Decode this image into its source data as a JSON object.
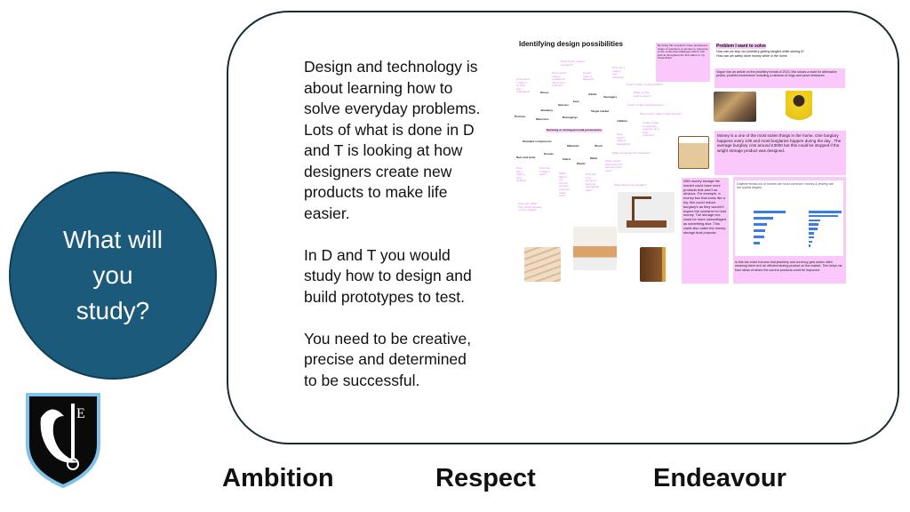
{
  "circle": {
    "lines": [
      "What will",
      "you",
      "study?"
    ]
  },
  "main": {
    "paragraphs": [
      [
        "Design and technology is",
        "about learning how to",
        "solve everyday problems.",
        "Lots of what is done in D",
        "and T is looking at how",
        "designers create new",
        "products to make life",
        "easier."
      ],
      [
        "In D and T you would",
        "study how to design and",
        "build prototypes to test."
      ],
      [
        "You need to be creative,",
        "precise and determined",
        "to be successful."
      ]
    ]
  },
  "values": [
    "Ambition",
    "Respect",
    "Endeavour"
  ],
  "slide": {
    "title": "Identifying design possibilities",
    "intro": "By doing this research I have produced a range of questions to answer in response to the contextual challenge which I will look at throughout the first slides of my PowerPoint",
    "problem_title": "Problem I want to solve",
    "problem_lines": [
      "How can we stop our jewellery getting tangled while storing it?",
      "How can we safely store money while in the home"
    ],
    "vogue": "Vogue has an article on the jewellery trends of 2023, this shows a want for alternative pearls, youthful exuberance including a rainbow of rings and pearl necklaces",
    "money": "Money is a one of the most stolen things in the home. One burglary happens every 108 and most burglaries happen during the day . The average burglary cost around £3000 but this could be stopped if the wright storage product was designed.",
    "money_storage": "With money storage the market could have more products that aren't as obvious. For example, a money box that looks like a toy, this could reduce burglary's as they wouldn't expect the container to hold money. The storage box could be more camouflaged as something else. This could also make the money storage dual purpose.",
    "chart_title": "Daytime break-ins of homes are most common; money & jewelry are the typical targets",
    "chart_caption": "In this bar chart it shows that jewellery and currency gets stolen often meaning there isn't an efficient storing product on the market. This helps me form ideas of where the current products could be improved.",
    "nodes": [
      "Shoes",
      "Glasses",
      "keys",
      "Adults",
      "Teenagers",
      "Jewellery",
      "Target market",
      "Pictures",
      "Memories",
      "Belongings",
      "children",
      "Securing or storing personal possessions",
      "Standard components",
      "Materials",
      "Wood",
      "Nuts and bolts",
      "Screws",
      "Fabric",
      "Metal",
      "Plastic"
    ],
    "questions": [
      "How could I make it compact?",
      "How could I make it suitable for indoor and outdoor?",
      "Could I make it flatpack?",
      "How can I make it eye-catching?",
      "How could I make it so they stay untangled?",
      "Could I make it customisable?",
      "What do they want to store?",
      "Could I make it dual purpose?",
      "How could I make it child friendly?",
      "Could I make it a learning resource as a dual purpose?",
      "How could I make it appealing?",
      "What woods are the cheapest?",
      "What metals will protect my belonging the best?",
      "How can I make it long lasting?",
      "How can I make it safe?",
      "What fabrics are current storage products made from?",
      "How will it be secure to keep my belongings safe?",
      "What plastics are durable?",
      "How can I differ from what's already on the market?"
    ]
  },
  "colors": {
    "circle": "#1b5a7a",
    "pink": "#fbc8fb",
    "question": "#d880e8"
  }
}
